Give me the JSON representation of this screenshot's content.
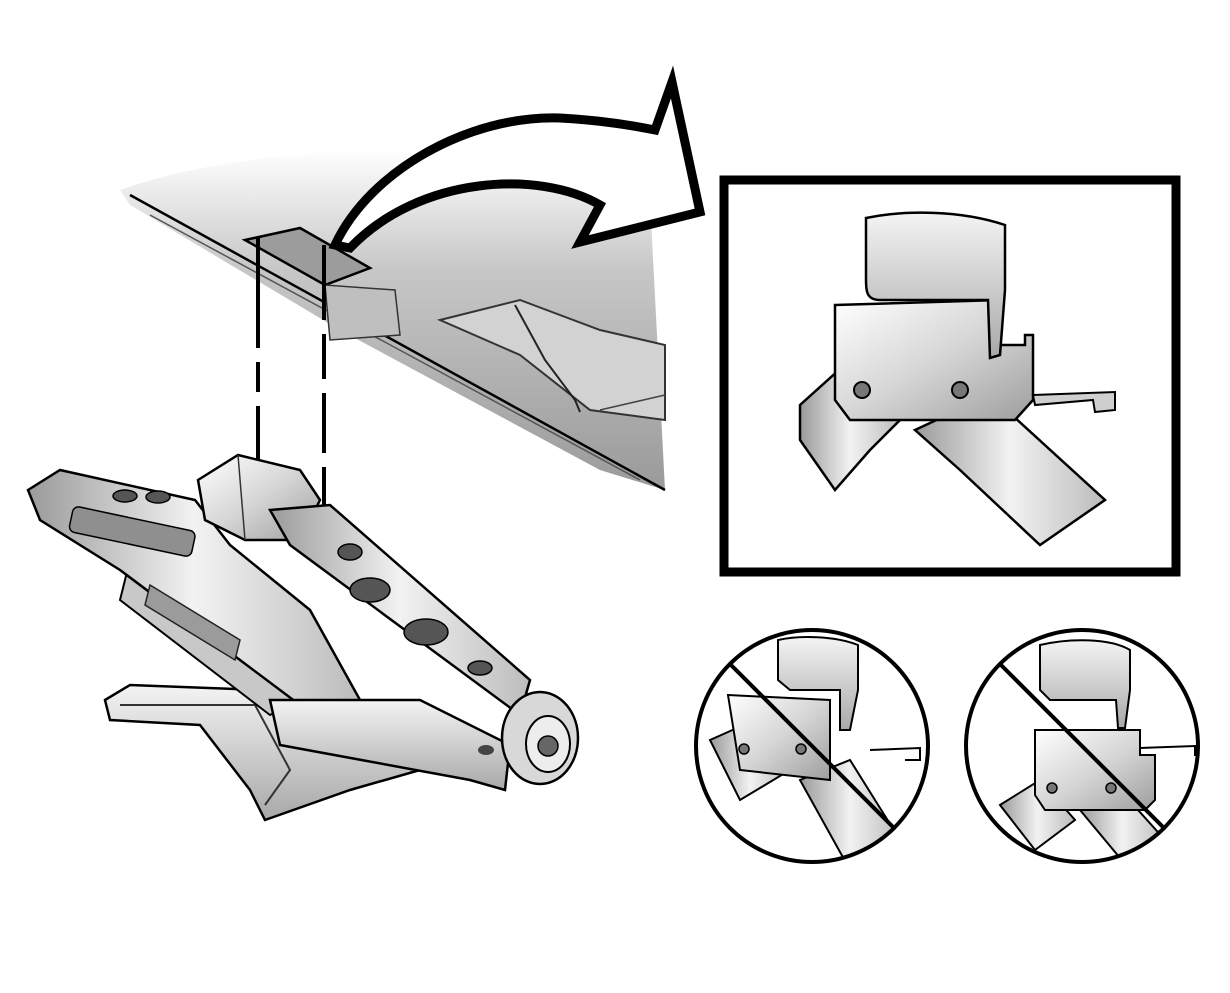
{
  "figure": {
    "panels": [
      {
        "key": "main",
        "content": "vehicle-jacking-point-with-scissor-jack"
      },
      {
        "key": "detail",
        "content": "correct-jack-engagement"
      },
      {
        "key": "wrong1",
        "content": "incorrect-jack-position",
        "marked": "prohibited"
      },
      {
        "key": "wrong2",
        "content": "incorrect-jack-position",
        "marked": "prohibited"
      }
    ]
  },
  "colors": {
    "ink": "#000000",
    "paper": "#ffffff",
    "shade_dark": "#8a8a8a",
    "shade_mid": "#bdbdbd",
    "shade_light": "#ececec"
  },
  "icons": {
    "callout_arrow": "curved-arrow-icon",
    "prohibited": "prohibited-slash-icon"
  }
}
